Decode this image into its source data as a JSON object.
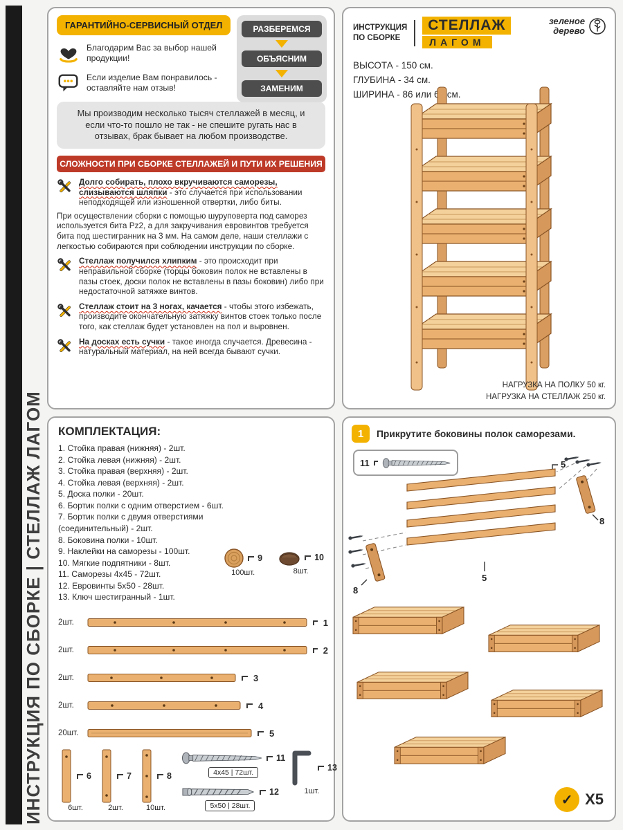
{
  "colors": {
    "accent": "#F3B200",
    "banner_red": "#BE3A28",
    "wood": "#E9B06F"
  },
  "sidebar": {
    "title": "ИНСТРУКЦИЯ ПО СБОРКЕ | СТЕЛЛАЖ ЛАГОМ"
  },
  "warranty": {
    "header": "ГАРАНТИЙНО-СЕРВИСНЫЙ ОТДЕЛ",
    "badges": [
      "РАЗБЕРЕМСЯ",
      "ОБЪЯСНИМ",
      "ЗАМЕНИМ"
    ],
    "note1": "Благодарим Вас за выбор нашей продукции!",
    "note2": "Если изделие Вам понравилось - оставляйте нам отзыв!",
    "intro": "Мы производим несколько тысяч стеллажей в месяц, и если что-то пошло не так - не спешите ругать нас в отзывах, брак бывает на любом производстве.",
    "issues_header": "СЛОЖНОСТИ ПРИ СБОРКЕ СТЕЛЛАЖЕЙ И ПУТИ ИХ РЕШЕНИЯ",
    "issues": [
      {
        "title": "Долго собирать, плохо вкручиваются саморезы, слизываются шляпки",
        "text": " - это случается при использовании неподходящей или изношенной отвертки, либо биты.",
        "extra": "При осуществлении сборки с помощью шуруповерта под саморез используется бита Pz2, а для закручивания евровинтов требуется бита под шестигранник на 3 мм. На самом деле, наши стеллажи с легкостью собираются при соблюдении инструкции по сборке."
      },
      {
        "title": "Стеллаж получился хлипким",
        "text": " - это происходит при неправильной сборке (торцы боковин полок не вставлены в пазы стоек, доски полок не вставлены в пазы боковин) либо при недостаточной затяжке винтов."
      },
      {
        "title": "Стеллаж стоит на 3 ногах, качается",
        "text": " - чтобы этого избежать, производите окончательную затяжку винтов стоек только после того, как стеллаж будет установлен на пол и выровнен."
      },
      {
        "title": "На досках есть сучки",
        "text": " - такое иногда случается. Древесина - натуральный материал, на ней всегда бывают сучки."
      }
    ]
  },
  "product": {
    "header_line1": "ИНСТРУКЦИЯ",
    "header_line2": "ПО СБОРКЕ",
    "name_line1": "СТЕЛЛАЖ",
    "name_line2": "ЛАГОМ",
    "logo_line1": "зеленое",
    "logo_line2": "дерево",
    "spec1": "ВЫСОТА - 150 см.",
    "spec2": "ГЛУБИНА - 34 см.",
    "spec3": "ШИРИНА - 86 или 67 см.",
    "load1": "НАГРУЗКА НА ПОЛКУ 50 кг.",
    "load2": "НАГРУЗКА НА СТЕЛЛАЖ 250 кг."
  },
  "kit": {
    "header": "КОМПЛЕКТАЦИЯ:",
    "items": [
      "1. Стойка правая (нижняя) - 2шт.",
      "2. Стойка левая (нижняя) - 2шт.",
      "3. Стойка правая (верхняя) - 2шт.",
      "4. Стойка левая (верхняя) - 2шт.",
      "5. Доска полки - 20шт.",
      "6. Бортик полки с одним отверстием - 6шт.",
      "7. Бортик полки с двумя отверстиями (соединительный) - 2шт.",
      "8. Боковина полки - 10шт.",
      "9. Наклейки на саморезы - 100шт.",
      "10. Мягкие подпятники - 8шт.",
      "11. Саморезы 4x45 - 72шт.",
      "12. Евровинты 5x50 - 28шт.",
      "13. Ключ шестигранный  - 1шт."
    ],
    "sticker": {
      "num": "9",
      "count": "100шт."
    },
    "foot": {
      "num": "10",
      "count": "8шт."
    },
    "planks": [
      {
        "count": "2шт.",
        "num": "1"
      },
      {
        "count": "2шт.",
        "num": "2"
      },
      {
        "count": "2шт.",
        "num": "3"
      },
      {
        "count": "2шт.",
        "num": "4"
      },
      {
        "count": "20шт.",
        "num": "5"
      }
    ],
    "uprights": [
      {
        "num": "6",
        "count": "6шт."
      },
      {
        "num": "7",
        "count": "2шт."
      },
      {
        "num": "8",
        "count": "10шт."
      }
    ],
    "screw": {
      "num": "11",
      "size": "4x45 | 72шт."
    },
    "key": {
      "num": "13",
      "count": "1шт."
    },
    "bolt": {
      "num": "12",
      "size": "5x50 | 28шт."
    }
  },
  "step": {
    "number": "1",
    "text": "Прикрутите боковины полок саморезами.",
    "screw_label": "11",
    "label_board_top": "5",
    "label_side_right": "8",
    "label_board_bottom": "5",
    "label_side_left": "8",
    "check": "✓",
    "repeat": "X5"
  }
}
